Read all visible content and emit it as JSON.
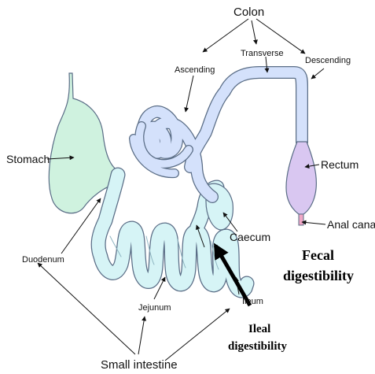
{
  "labels": {
    "colon": "Colon",
    "transverse": "Transverse",
    "ascending": "Ascending",
    "descending": "Descending",
    "stomach": "Stomach",
    "rectum": "Rectum",
    "anal_canal": "Anal canal",
    "caecum": "Caecum",
    "duodenum": "Duodenum",
    "jejunum": "Jejunum",
    "ileum": "Ileum",
    "small_intestine": "Small intestine"
  },
  "callouts": {
    "fecal_line1": "Fecal",
    "fecal_line2": "digestibility",
    "ileal_line1": "Ileal",
    "ileal_line2": "digestibility"
  },
  "colors": {
    "stomach_fill": "#cff2df",
    "small_intestine_fill": "#d6f4f6",
    "colon_fill": "#d4e1fb",
    "rectum_fill": "#d9c7f1",
    "outline": "#5a6d86"
  }
}
